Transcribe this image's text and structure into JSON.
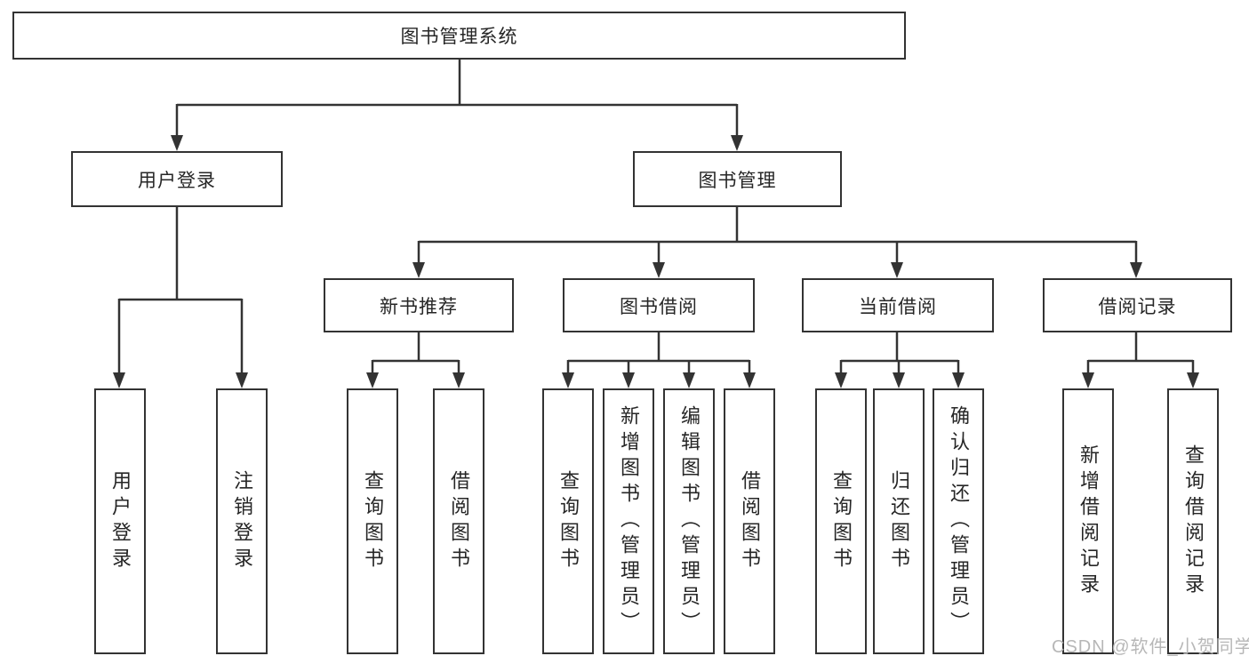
{
  "colors": {
    "line": "#333333",
    "text": "#262626",
    "background": "#ffffff",
    "watermark_text": "#b4b4b4"
  },
  "tree": {
    "root": {
      "label": "图书管理系统"
    },
    "level1": [
      {
        "label": "用户登录"
      },
      {
        "label": "图书管理"
      }
    ],
    "level2": [
      {
        "label": "新书推荐",
        "parent": "图书管理"
      },
      {
        "label": "图书借阅",
        "parent": "图书管理"
      },
      {
        "label": "当前借阅",
        "parent": "图书管理"
      },
      {
        "label": "借阅记录",
        "parent": "图书管理"
      }
    ],
    "leaves": [
      {
        "label": "用户登录",
        "parent": "用户登录"
      },
      {
        "label": "注销登录",
        "parent": "用户登录"
      },
      {
        "label": "查询图书",
        "parent": "新书推荐"
      },
      {
        "label": "借阅图书",
        "parent": "新书推荐"
      },
      {
        "label": "查询图书",
        "parent": "图书借阅"
      },
      {
        "label": "新增图书（管理员）",
        "parent": "图书借阅"
      },
      {
        "label": "编辑图书（管理员）",
        "parent": "图书借阅"
      },
      {
        "label": "借阅图书",
        "parent": "图书借阅"
      },
      {
        "label": "查询图书",
        "parent": "当前借阅"
      },
      {
        "label": "归还图书",
        "parent": "当前借阅"
      },
      {
        "label": "确认归还（管理员）",
        "parent": "当前借阅"
      },
      {
        "label": "新增借阅记录",
        "parent": "借阅记录"
      },
      {
        "label": "查询借阅记录",
        "parent": "借阅记录"
      }
    ]
  },
  "watermark": {
    "text": "CSDN @软件_小贺同学"
  }
}
